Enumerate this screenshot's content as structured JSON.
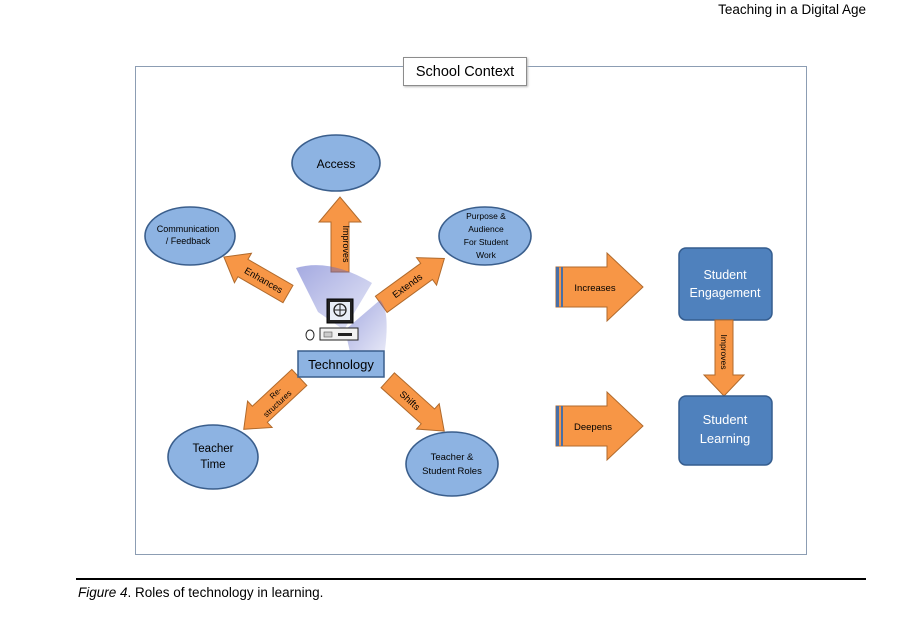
{
  "header": {
    "running_head": "Teaching in a Digital Age"
  },
  "diagram": {
    "context_label": "School Context",
    "center": {
      "label": "Technology",
      "icon": "computer-icon"
    },
    "nodes": {
      "access": [
        "Access"
      ],
      "communication": [
        "Communication",
        "/ Feedback"
      ],
      "purpose": [
        "Purpose &",
        "Audience",
        "For Student",
        "Work"
      ],
      "teacher_time": [
        "Teacher",
        "Time"
      ],
      "teacher_roles": [
        "Teacher &",
        "Student Roles"
      ],
      "engagement": [
        "Student",
        "Engagement"
      ],
      "learning": [
        "Student",
        "Learning"
      ]
    },
    "arrows": {
      "improves_up": "Improves",
      "enhances": "Enhances",
      "extends": "Extends",
      "restructures": [
        "Re-",
        "structures"
      ],
      "shifts": "Shifts",
      "increases": "Increases",
      "deepens": "Deepens",
      "improves_down": "Improves"
    },
    "colors": {
      "oval_fill": "#8db3e2",
      "oval_stroke": "#3a5e8c",
      "box_fill": "#4f81bd",
      "arrow_fill": "#f79646",
      "frame": "#8c9db3"
    }
  },
  "caption": {
    "label": "Figure 4",
    "text": ". Roles of technology in learning."
  }
}
